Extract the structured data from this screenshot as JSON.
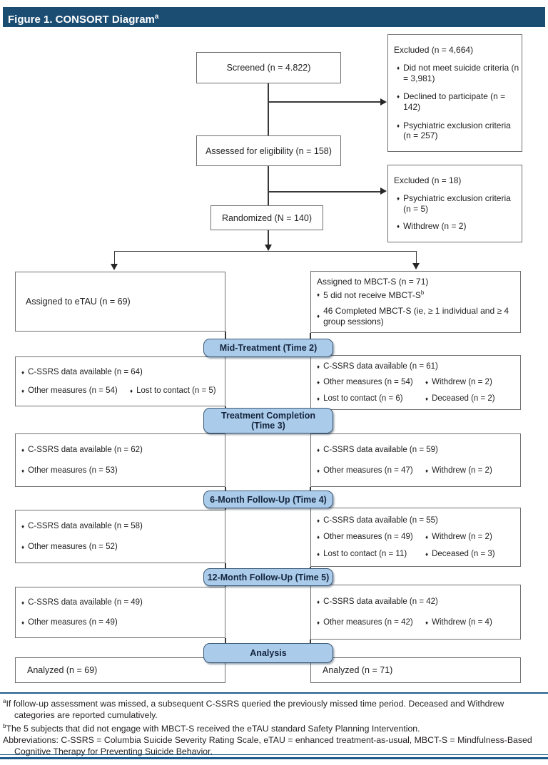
{
  "header": {
    "title": "Figure 1. CONSORT Diagram",
    "sup": "a"
  },
  "colors": {
    "header_bg": "#1b4c72",
    "pill_fill": "#aacbea",
    "pill_border": "#3c5a78",
    "box_border": "#6f6f6f",
    "rule_blue": "#1f5c8c"
  },
  "boxes": {
    "screened": {
      "label": "Screened (n = 4.822)"
    },
    "excluded1": {
      "title": "Excluded (n = 4,664)",
      "bullets": [
        "Did not meet suicide criteria (n = 3,981)",
        "Declined to participate (n = 142)",
        "Psychiatric exclusion criteria (n = 257)"
      ]
    },
    "assessed": {
      "label": "Assessed for eligibility (n = 158)"
    },
    "excluded2": {
      "title": "Excluded (n = 18)",
      "bullets": [
        "Psychiatric exclusion criteria (n = 5)",
        "Withdrew (n = 2)"
      ]
    },
    "randomized": {
      "label": "Randomized (N = 140)"
    },
    "assigned_etau": {
      "label": "Assigned to eTAU (n = 69)"
    },
    "assigned_mbcts": {
      "title": "Assigned to MBCT-S (n = 71)",
      "bullets": [
        {
          "text": "5 did not receive MBCT-S",
          "sup": "b"
        },
        {
          "text": "46 Completed MBCT-S (ie, ≥ 1 individual and ≥ 4 group sessions)"
        }
      ]
    }
  },
  "stages": [
    {
      "pill": "Mid-Treatment (Time 2)",
      "left": [
        [
          "C-SSRS data available (n = 64)"
        ],
        [
          "Other measures (n = 54)",
          "Lost to contact (n = 5)"
        ]
      ],
      "right": [
        [
          "C-SSRS data available (n = 61)"
        ],
        [
          "Other measures (n = 54)",
          "Withdrew (n = 2)"
        ],
        [
          "Lost to contact (n = 6)",
          "Deceased (n = 2)"
        ]
      ]
    },
    {
      "pill": "Treatment Completion (Time 3)",
      "left": [
        [
          "C-SSRS data available (n = 62)"
        ],
        [
          "Other measures (n = 53)"
        ]
      ],
      "right": [
        [
          "C-SSRS data available (n = 59)"
        ],
        [
          "Other measures (n = 47)",
          "Withdrew (n = 2)"
        ]
      ]
    },
    {
      "pill": "6-Month Follow-Up (Time 4)",
      "left": [
        [
          "C-SSRS data available (n = 58)"
        ],
        [
          "Other measures (n = 52)"
        ]
      ],
      "right": [
        [
          "C-SSRS data available (n = 55)"
        ],
        [
          "Other measures (n = 49)",
          "Withdrew (n = 2)"
        ],
        [
          "Lost to contact (n = 11)",
          "Deceased (n = 3)"
        ]
      ]
    },
    {
      "pill": "12-Month Follow-Up (Time 5)",
      "left": [
        [
          "C-SSRS data available (n = 49)"
        ],
        [
          "Other measures (n = 49)"
        ]
      ],
      "right": [
        [
          "C-SSRS data available (n = 42)"
        ],
        [
          "Other measures (n = 42)",
          "Withdrew (n = 4)"
        ]
      ]
    }
  ],
  "analysis": {
    "pill": "Analysis",
    "left": "Analyzed (n = 69)",
    "right": "Analyzed (n = 71)"
  },
  "footnotes": [
    {
      "sup": "a",
      "text": "If follow-up assessment was missed, a subsequent C-SSRS queried the previously missed time period. Deceased and Withdrew categories are reported cumulatively."
    },
    {
      "sup": "b",
      "text": "The 5 subjects that did not engage with MBCT-S received the eTAU standard Safety Planning Intervention."
    },
    {
      "sup": "",
      "text": "Abbreviations: C-SSRS = Columbia Suicide Severity Rating Scale, eTAU = enhanced treatment-as-usual, MBCT-S = Mindfulness-Based Cognitive Therapy for Preventing Suicide Behavior."
    }
  ]
}
